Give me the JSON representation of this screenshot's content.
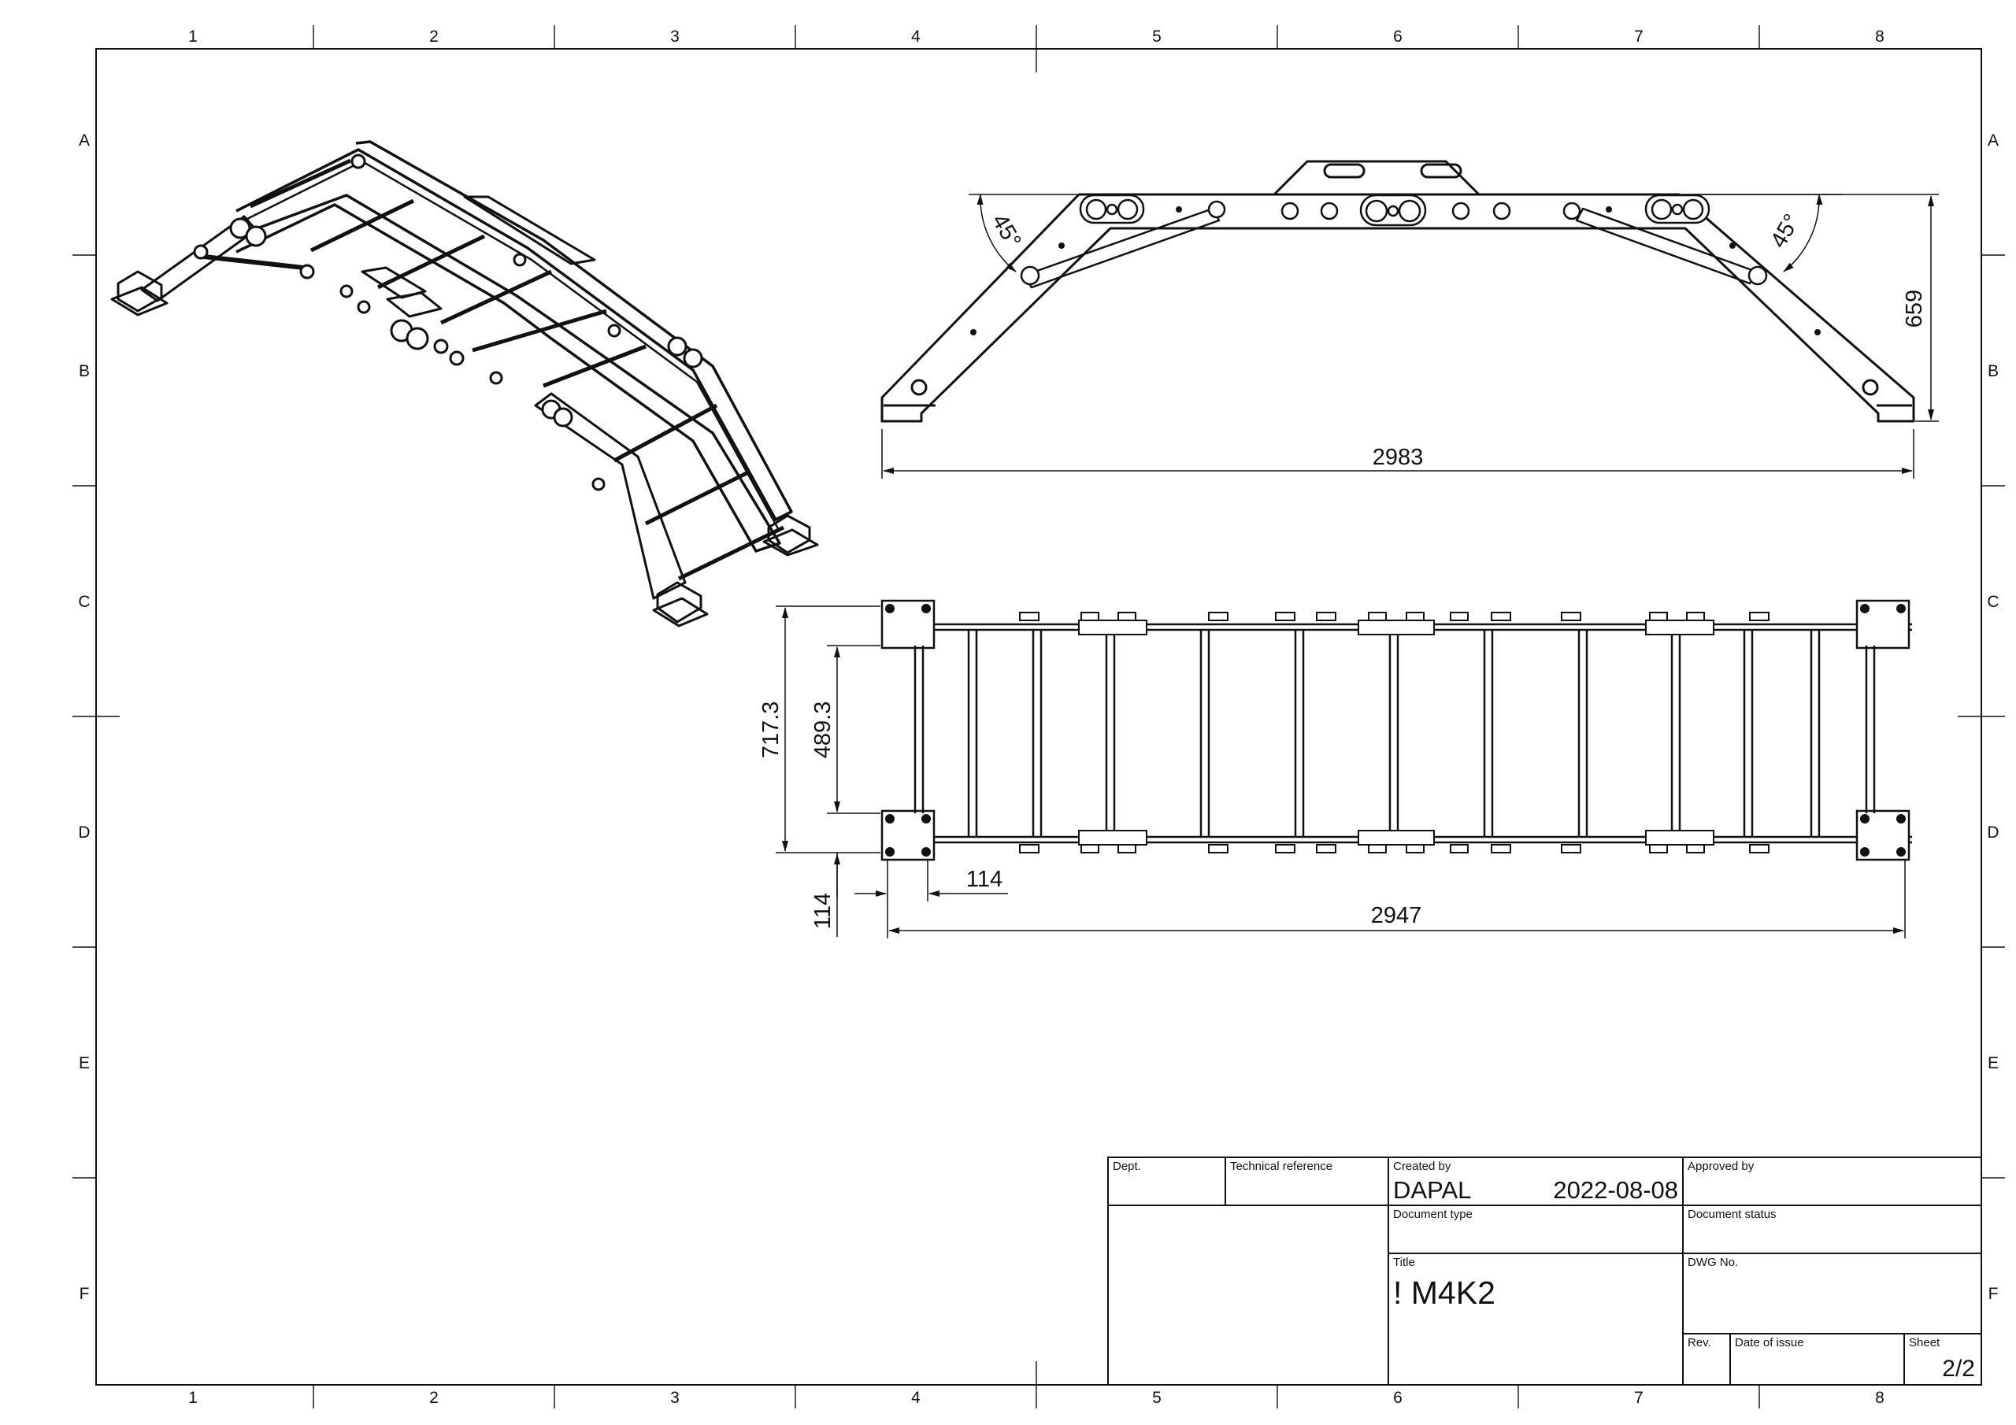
{
  "zones": {
    "columns": [
      "1",
      "2",
      "3",
      "4",
      "5",
      "6",
      "7",
      "8"
    ],
    "rows": [
      "A",
      "B",
      "C",
      "D",
      "E",
      "F"
    ]
  },
  "dimensions": {
    "side_width": "2983",
    "side_height": "659",
    "angle_left": "45°",
    "angle_right": "45°",
    "top_length": "2947",
    "top_outer_width": "717.3",
    "top_inner_width": "489.3",
    "end_offset_h": "114",
    "end_offset_v": "114"
  },
  "title_block": {
    "dept_label": "Dept.",
    "tech_ref_label": "Technical reference",
    "created_by_label": "Created by",
    "created_by": "DAPAL",
    "created_date": "2022-08-08",
    "approved_by_label": "Approved by",
    "doc_type_label": "Document type",
    "doc_status_label": "Document status",
    "title_label": "Title",
    "title": "! M4K2",
    "dwg_no_label": "DWG No.",
    "rev_label": "Rev.",
    "date_issue_label": "Date of issue",
    "sheet_label": "Sheet",
    "sheet": "2/2"
  }
}
